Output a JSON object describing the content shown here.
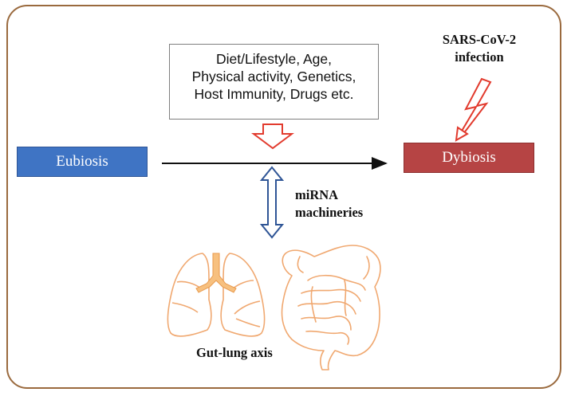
{
  "factors": {
    "lines": [
      "Diet/Lifestyle, Age,",
      "Physical activity, Genetics,",
      "Host Immunity, Drugs etc."
    ]
  },
  "states": {
    "left": "Eubiosis",
    "right": "Dybiosis"
  },
  "trigger": {
    "line1": "SARS-CoV-2",
    "line2": "infection"
  },
  "mechanism": {
    "line1": "miRNA",
    "line2": "machineries"
  },
  "organs": {
    "caption": "Gut-lung axis"
  },
  "colors": {
    "frame": "#9a6a3e",
    "eubiosis": "#3f74c4",
    "dybiosis": "#b64444",
    "trigger_arrow": "#e23b2e",
    "double_arrow": "#2f5596",
    "organ_outline": "#f0a870",
    "trachea_fill": "#f7c07f"
  }
}
